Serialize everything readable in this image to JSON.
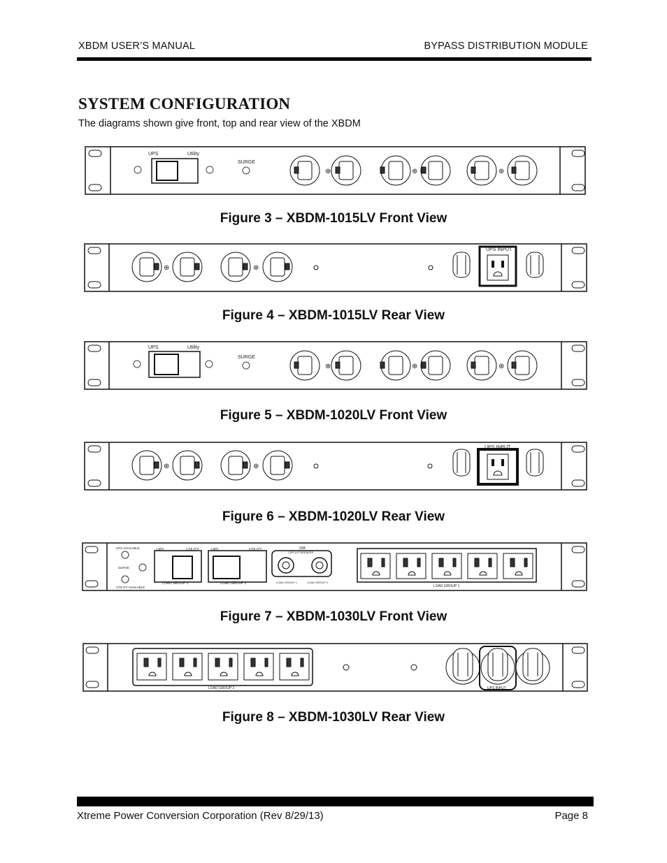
{
  "header": {
    "left": "XBDM USER’S MANUAL",
    "right": "BYPASS DISTRIBUTION MODULE"
  },
  "section": {
    "title": "SYSTEM CONFIGURATION",
    "intro": "The diagrams shown give front, top and rear view of the XBDM"
  },
  "figures": [
    {
      "caption": "Figure 3 – XBDM-1015LV Front View",
      "labels": {
        "ups": "UPS",
        "utility": "Utility",
        "surge": "SURGE"
      }
    },
    {
      "caption": "Figure 4 – XBDM-1015LV Rear View",
      "labels": {
        "input": "UPS INPUT"
      }
    },
    {
      "caption": "Figure 5 – XBDM-1020LV Front View",
      "labels": {
        "ups": "UPS",
        "utility": "Utility",
        "surge": "SURGE"
      }
    },
    {
      "caption": "Figure 6 – XBDM-1020LV Rear View",
      "labels": {
        "input": "UPS INPUT"
      }
    },
    {
      "caption": "Figure 7 – XBDM-1030LV Front View",
      "labels": {
        "ups_available": "UPS AVAILABLE",
        "surge": "SURGE",
        "utility_available": "UTILITY AVAILABLE",
        "ups1": "UPS",
        "utility1": "UTILITY",
        "ups2": "UPS",
        "utility2": "UTILITY",
        "group1": "LOAD GROUP 1",
        "group2": "LOAD GROUP 2",
        "breaker_rating": "20A",
        "breaker": "CIRCUIT BREAKER",
        "lg1": "LOAD GROUP 1",
        "lg2": "LOAD GROUP 2",
        "outlets_group": "LOAD GROUP 1"
      }
    },
    {
      "caption": "Figure 8 – XBDM-1030LV Rear View",
      "labels": {
        "outlets_group": "LOAD GROUP 2",
        "input": "UPS INPUT"
      }
    }
  ],
  "footer": {
    "left": "Xtreme Power Conversion Corporation (Rev 8/29/13)",
    "right": "Page 8"
  }
}
